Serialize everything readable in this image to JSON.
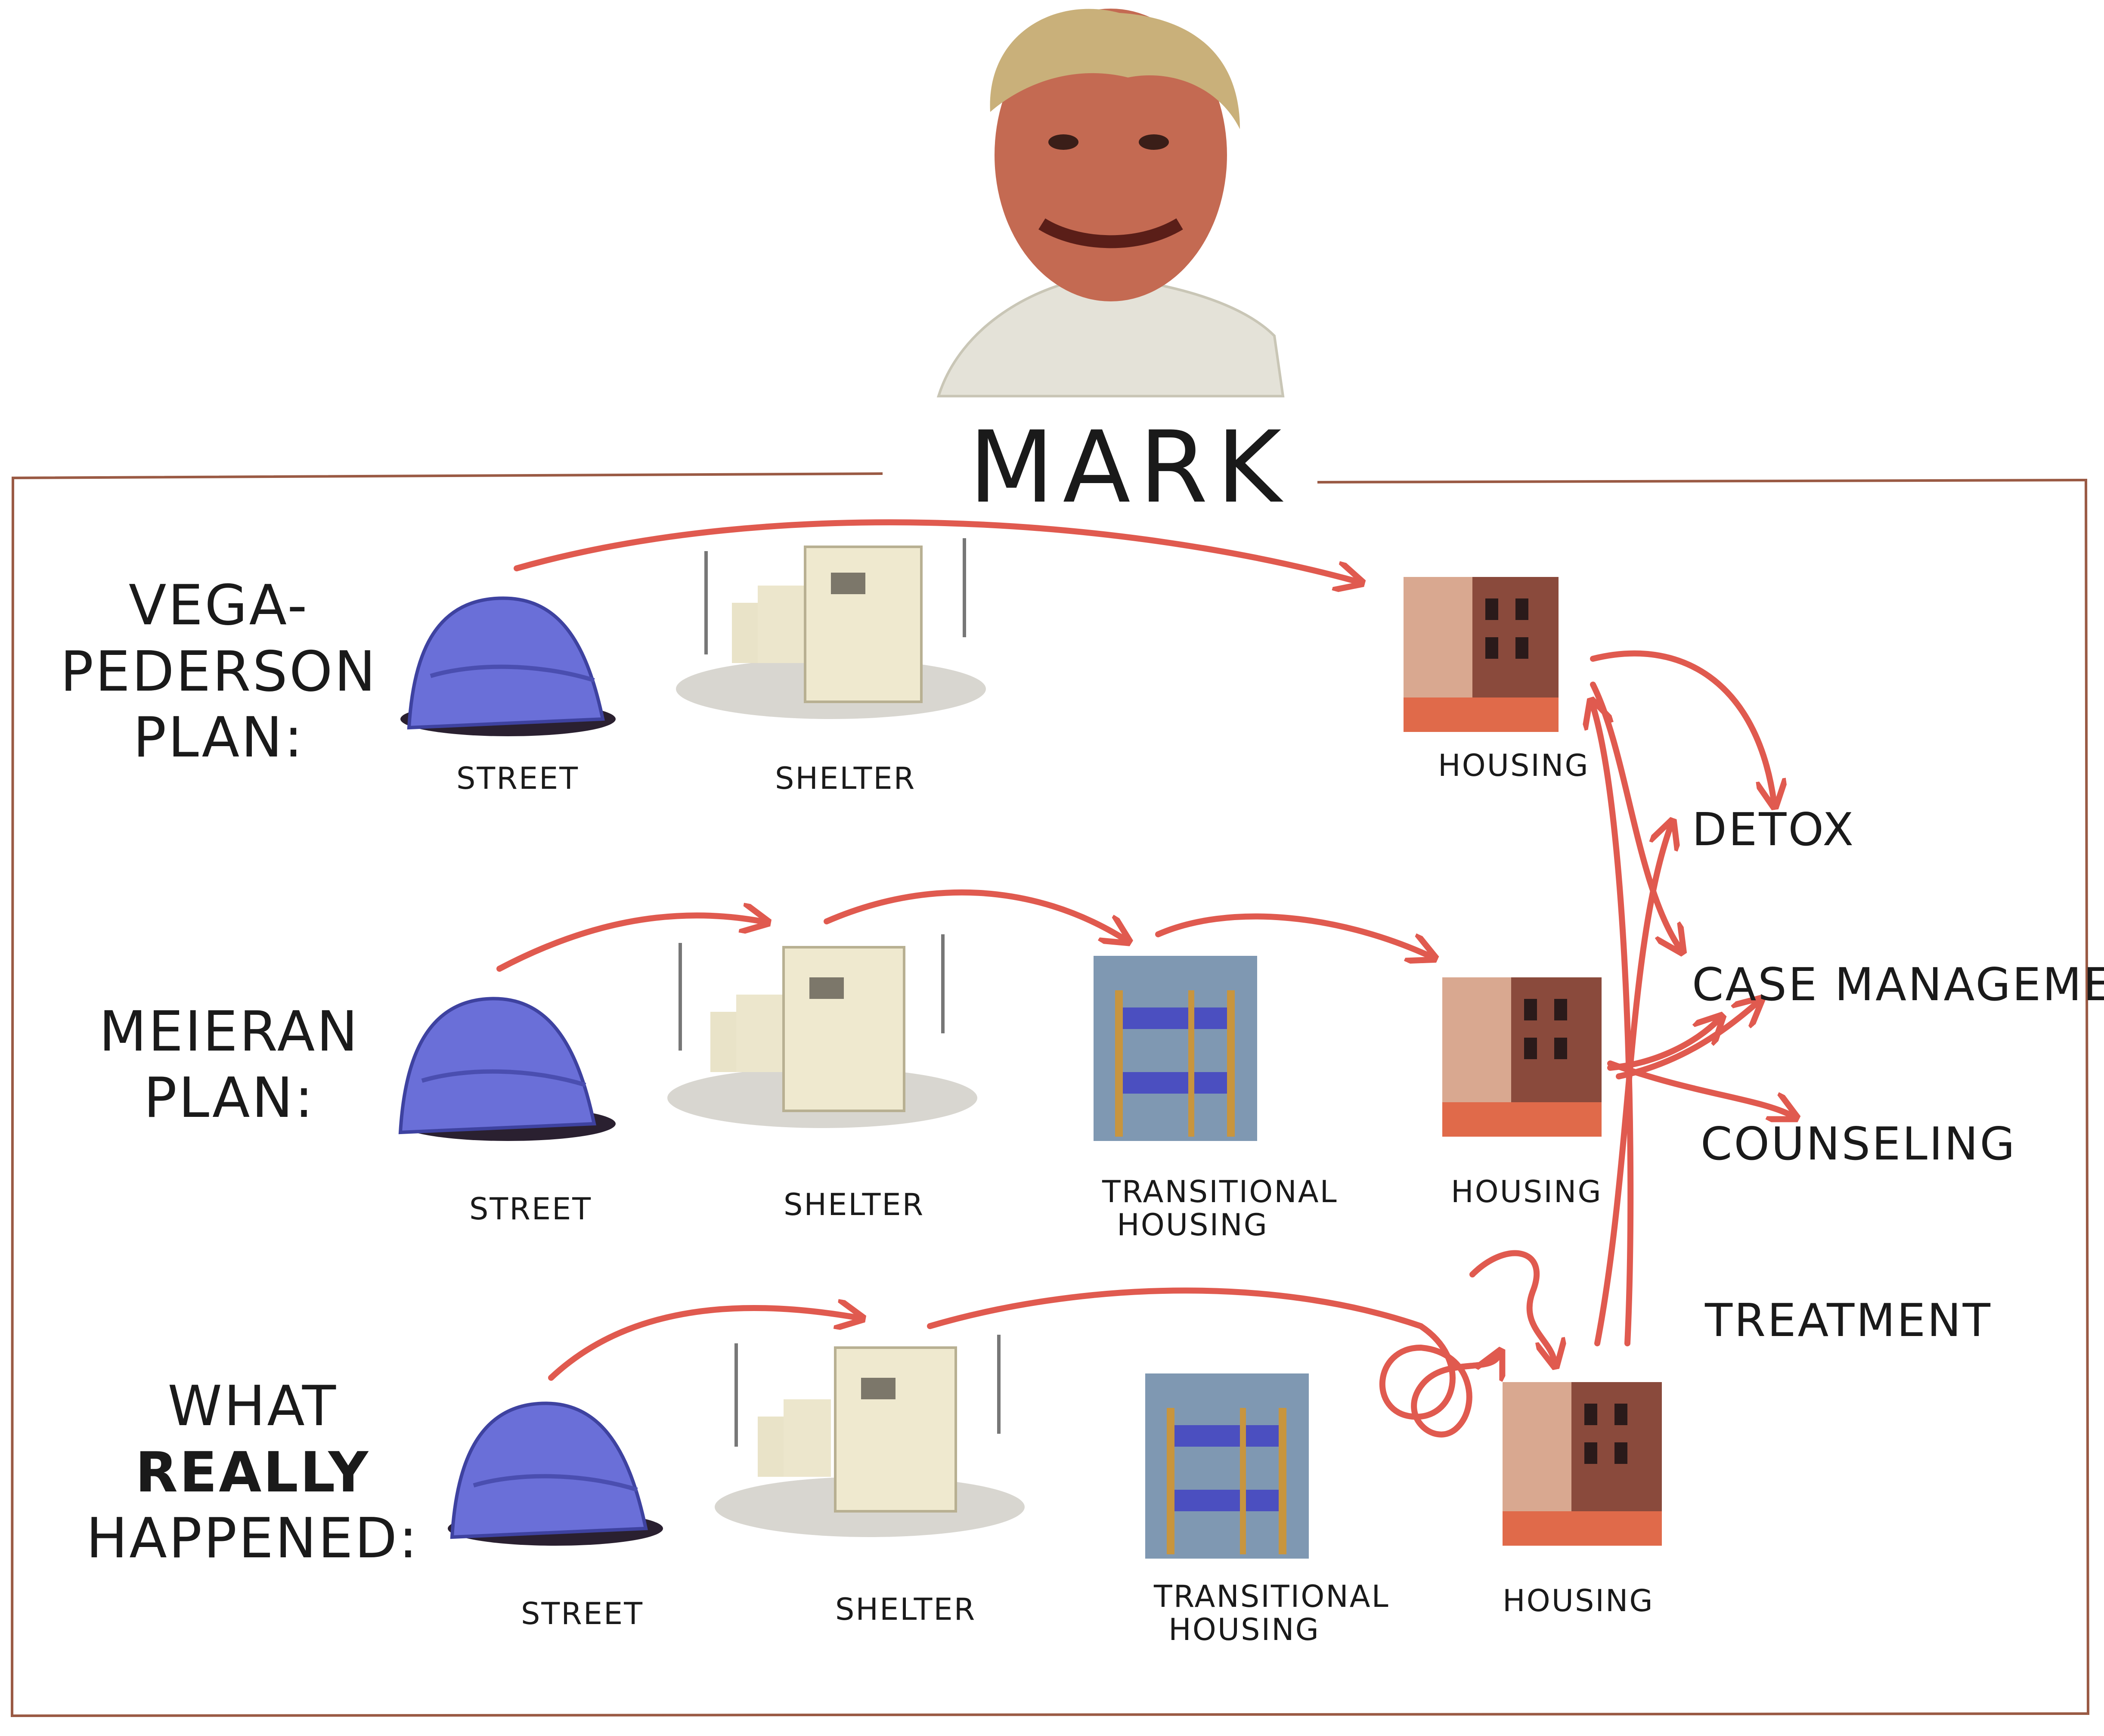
{
  "title": "MARK",
  "rows": [
    {
      "id": "vega",
      "plan_lines": [
        "VEGA-",
        "PEDERSON",
        "PLAN:"
      ],
      "stages": [
        "STREET",
        "SHELTER",
        "HOUSING"
      ]
    },
    {
      "id": "meieran",
      "plan_lines": [
        "MEIERAN",
        "PLAN:"
      ],
      "stages": [
        "STREET",
        "SHELTER",
        "TRANSITIONAL HOUSING",
        "HOUSING"
      ]
    },
    {
      "id": "really",
      "plan_lines": [
        "WHAT",
        "REALLY",
        "HAPPENED:"
      ],
      "emphasis": "REALLY",
      "stages": [
        "STREET",
        "SHELTER",
        "TRANSITIONAL HOUSING",
        "HOUSING"
      ]
    }
  ],
  "services": [
    "DETOX",
    "CASE MANAGEMENT",
    "COUNSELING",
    "TREATMENT"
  ],
  "colors": {
    "arrow": "#e05a4f",
    "frame": "#9a5a44",
    "tent": "#6a6fd8",
    "building": "#8a4a3c",
    "shelter": "#efe9cf"
  }
}
